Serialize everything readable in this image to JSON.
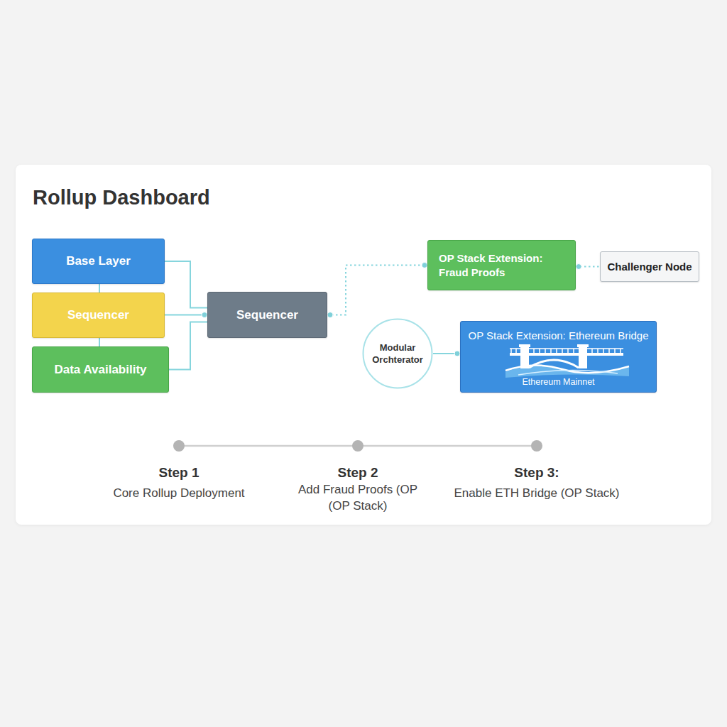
{
  "diagram": {
    "title": "Rollup Dashboard",
    "nodes": [
      {
        "text": [
          "Base Layer"
        ]
      },
      {
        "text": [
          "Sequencer"
        ]
      },
      {
        "text": [
          "Data Availability"
        ]
      },
      {
        "text": [
          "Sequencer"
        ]
      },
      {
        "text": [
          "OP Stack Extension: Fraud Proofs"
        ]
      },
      {
        "text": [
          "Challenger Node"
        ]
      },
      {
        "text": [
          "Modular Orchterator"
        ]
      },
      {
        "text": [
          "OP Stack Extension: Ethereum Bridge",
          "Ethereum Mainnet"
        ]
      }
    ],
    "edges": [
      {
        "from": 0,
        "to": 3,
        "arrow": "none"
      },
      {
        "from": 1,
        "to": 3,
        "arrow": "none"
      },
      {
        "from": 2,
        "to": 3,
        "arrow": "none"
      },
      {
        "from": 0,
        "to": 1,
        "arrow": "none"
      },
      {
        "from": 1,
        "to": 2,
        "arrow": "none"
      },
      {
        "from": 3,
        "to": 4,
        "arrow": "none"
      },
      {
        "from": 4,
        "to": 5,
        "arrow": "none"
      },
      {
        "from": 6,
        "to": 7,
        "arrow": "none"
      }
    ],
    "labels": [
      "Step 1",
      "Core Rollup Deployment",
      "Step 2",
      "Add Fraud Proofs (OP (OP Stack)",
      "Step 3:",
      "Enable ETH Bridge (OP Stack)"
    ]
  }
}
